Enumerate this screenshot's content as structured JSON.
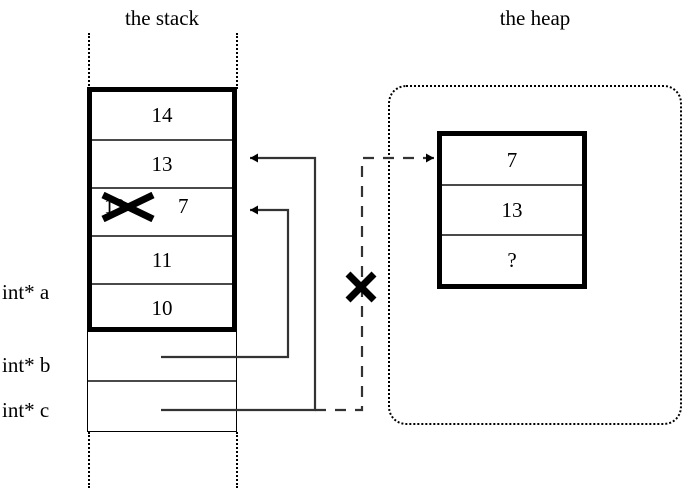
{
  "diagram": {
    "stack": {
      "title": "the stack",
      "cells": [
        {
          "value": "14"
        },
        {
          "value": "13"
        },
        {
          "value": "12",
          "struck": true,
          "replacement": "7"
        },
        {
          "value": "11"
        },
        {
          "value": "10"
        }
      ],
      "variables": [
        {
          "label": "int* a"
        },
        {
          "label": "int* b"
        },
        {
          "label": "int* c"
        }
      ]
    },
    "heap": {
      "title": "the heap",
      "cells": [
        {
          "value": "7"
        },
        {
          "value": "13"
        },
        {
          "value": "?"
        }
      ]
    },
    "marks": {
      "invalid_pointer_x": "✕",
      "struck_value_x": "✕"
    },
    "colors": {
      "stroke": "#000000",
      "separator": "#4a4a4a",
      "background": "#ffffff"
    }
  }
}
